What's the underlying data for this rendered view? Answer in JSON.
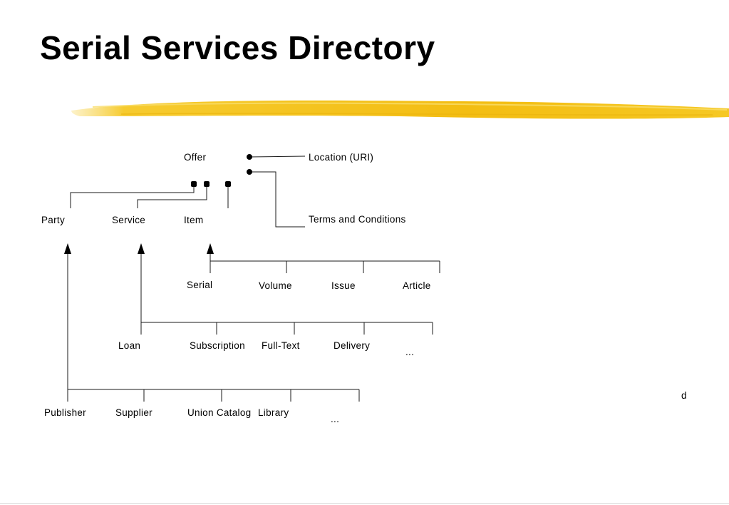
{
  "title": "Serial Services Directory",
  "accent": {
    "highlight_color": "#f5c518",
    "line_color": "#1a1a1a"
  },
  "diagram": {
    "offer": "Offer",
    "location": "Location (URI)",
    "terms": "Terms and Conditions",
    "party": "Party",
    "service": "Service",
    "item": "Item",
    "item_types": [
      "Serial",
      "Volume",
      "Issue",
      "Article"
    ],
    "service_types": [
      "Loan",
      "Subscription",
      "Full-Text",
      "Delivery",
      "..."
    ],
    "party_types": [
      "Publisher",
      "Supplier",
      "Union Catalog",
      "Library",
      "..."
    ]
  },
  "stray_mark": "d"
}
